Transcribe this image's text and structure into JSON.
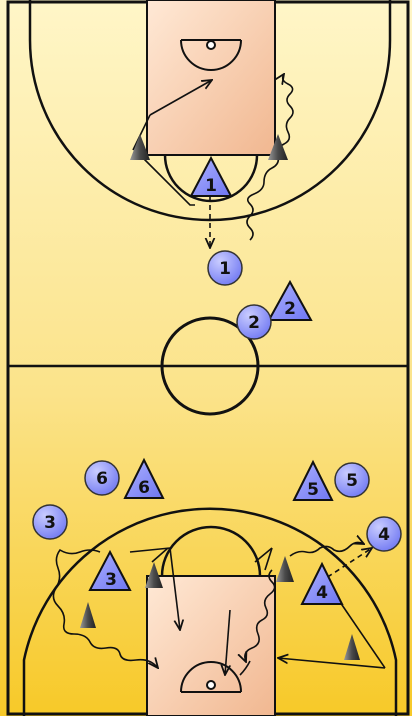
{
  "colors": {
    "court_light": "#FFF6C8",
    "court_dark": "#F7C928",
    "lane_light": "#FFE9D6",
    "lane_dark": "#F1B790",
    "line": "#111111",
    "offense_fill": "#7F86FF",
    "defense_fill": "#8A90F6",
    "cone": "#3A3A3A"
  },
  "offense": [
    {
      "label": "1"
    },
    {
      "label": "2"
    },
    {
      "label": "3"
    },
    {
      "label": "4"
    },
    {
      "label": "5"
    },
    {
      "label": "6"
    }
  ],
  "defense": [
    {
      "label": "1"
    },
    {
      "label": "2"
    },
    {
      "label": "3"
    },
    {
      "label": "4"
    },
    {
      "label": "5"
    },
    {
      "label": "6"
    }
  ],
  "cones_count": 6
}
